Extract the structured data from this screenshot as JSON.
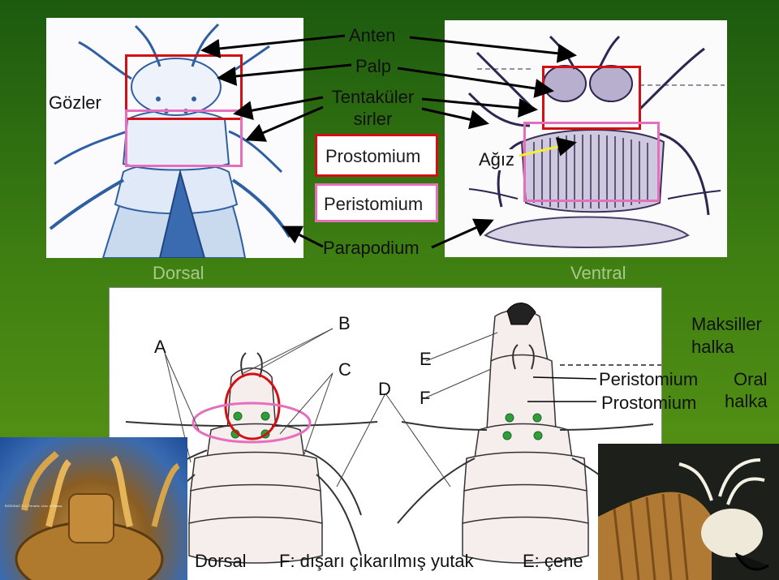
{
  "labels": {
    "gozler": "Gözler",
    "anten": "Anten",
    "palp": "Palp",
    "tentakuler_1": "Tentaküler",
    "tentakuler_2": "sirler",
    "prostomium_box": "Prostomium",
    "agiz": "Ağız",
    "peristomium_box": "Peristomium",
    "parapodium": "Parapodium",
    "dorsal_top": "Dorsal",
    "ventral_top": "Ventral"
  },
  "diagram": {
    "a": "A",
    "b": "B",
    "c": "C",
    "d": "D",
    "e": "E",
    "f": "F",
    "maksiller_1": "Maksiller",
    "maksiller_2": "halka",
    "peristomium": "Peristomium",
    "prostomium": "Prostomium",
    "oral_1": "Oral",
    "oral_2": "halka"
  },
  "bottom": {
    "dorsal": "Dorsal",
    "f_caption": "F: dışarı çıkarılmış yutak",
    "e_caption": "E: çene"
  },
  "photo_credit": "BIODIDAC © J. Ferraris, Univ. d'Ottawa",
  "colors": {
    "background_top": "#1c5a0f",
    "background_bottom": "#5f9b15",
    "red_box": "#d40f14",
    "pink_box": "#e56fbd"
  }
}
